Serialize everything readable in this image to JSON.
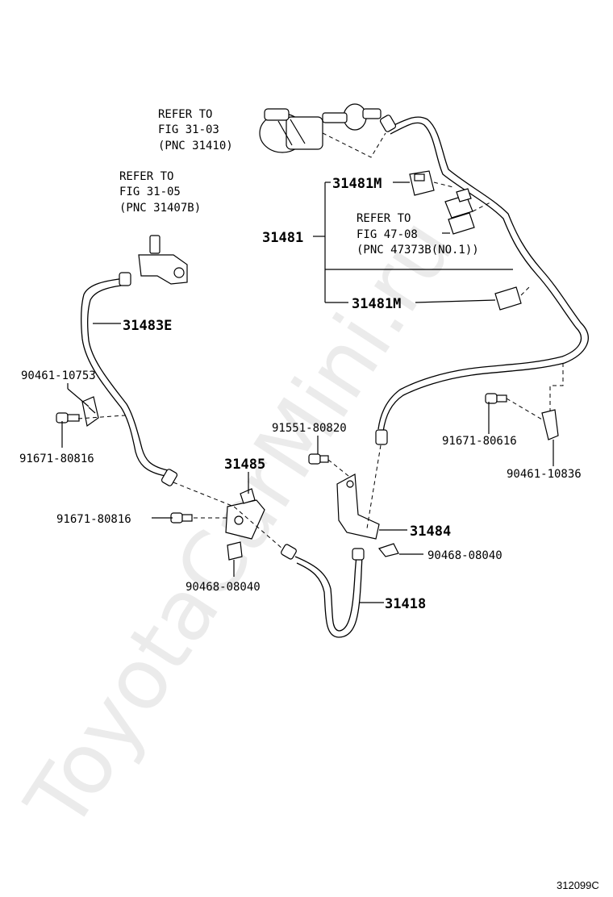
{
  "watermark": "ToyotaCarMini.ru",
  "drawing_code": "312099C",
  "references": {
    "master_cylinder": {
      "line1": "REFER TO",
      "line2": "FIG 31-03",
      "line3": "(PNC 31410)"
    },
    "release_cylinder": {
      "line1": "REFER TO",
      "line2": "FIG 31-05",
      "line3": "(PNC 31407B)"
    },
    "clamp": {
      "line1": "REFER TO",
      "line2": "FIG 47-08",
      "line3": "(PNC 47373B(NO.1))"
    }
  },
  "part_numbers": {
    "p31481M_top": "31481M",
    "p31481": "31481",
    "p31481M_bottom": "31481M",
    "p31483E": "31483E",
    "p90461_10753": "90461-10753",
    "p91671_80816_left": "91671-80816",
    "p31485": "31485",
    "p91671_80816_mid": "91671-80816",
    "p90468_08040_left": "90468-08040",
    "p91551_80820": "91551-80820",
    "p31484": "31484",
    "p90468_08040_right": "90468-08040",
    "p31418": "31418",
    "p91671_80616": "91671-80616",
    "p90461_10836": "90461-10836"
  }
}
